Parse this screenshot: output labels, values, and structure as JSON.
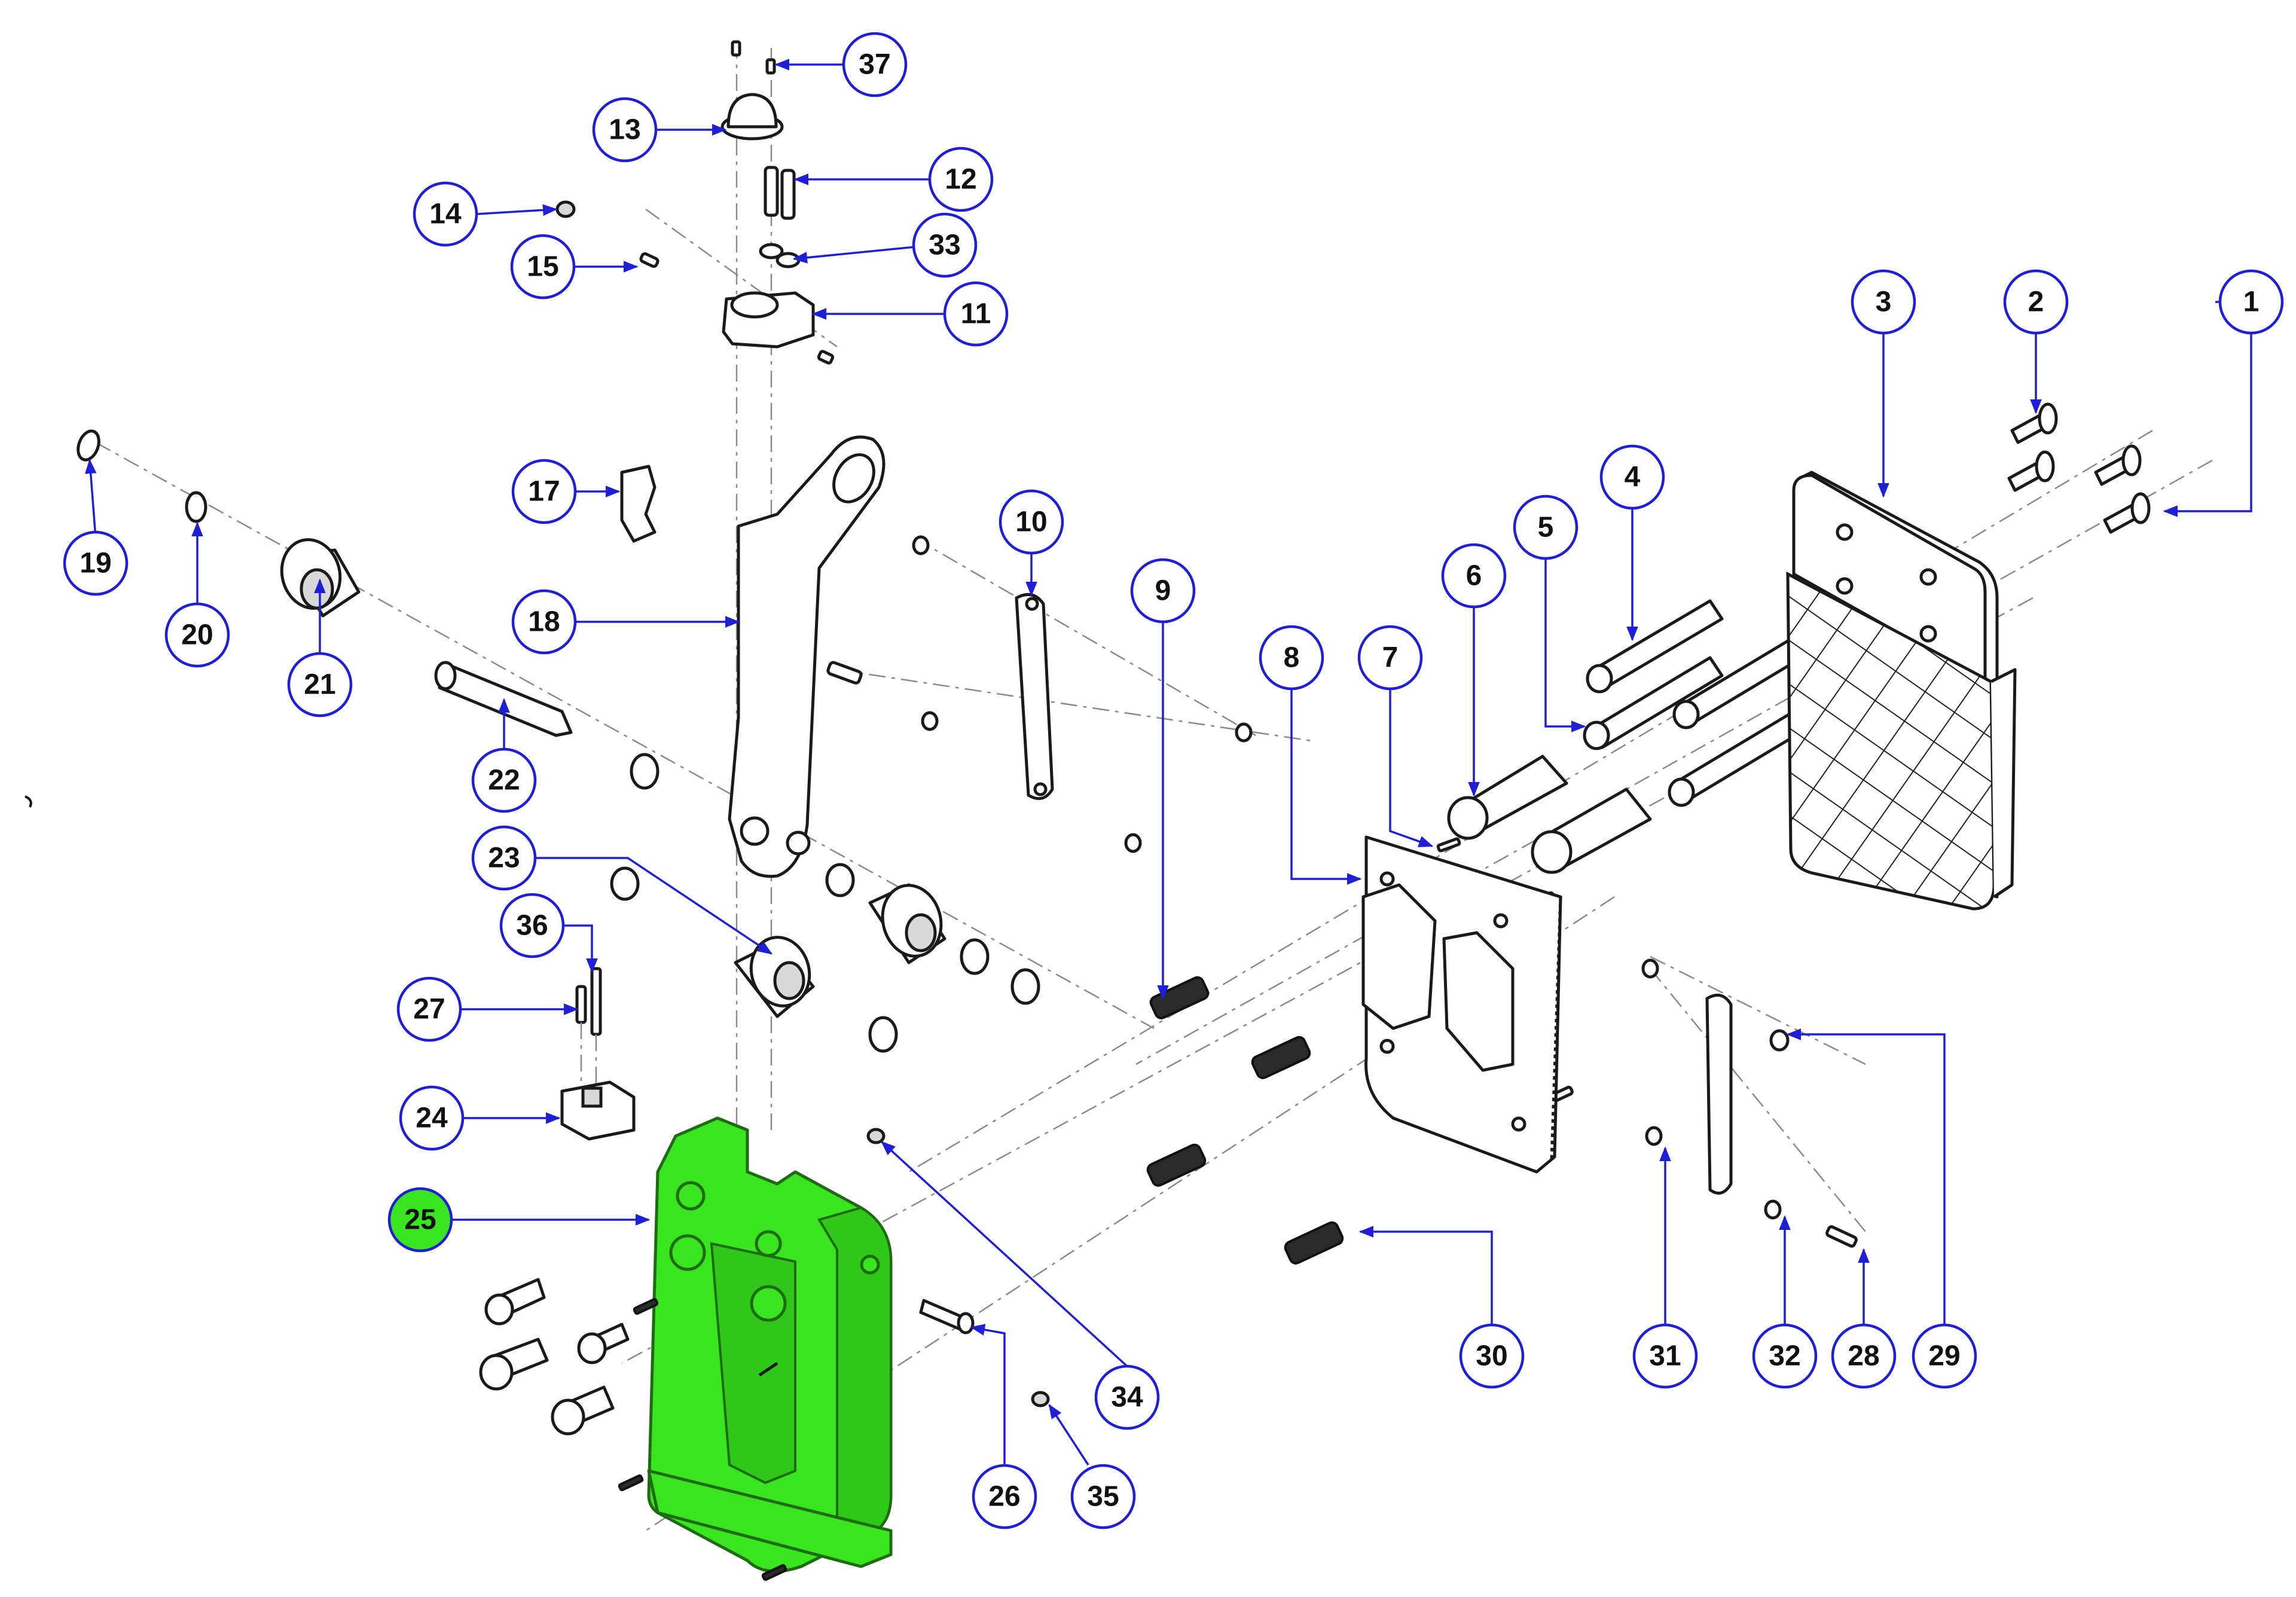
{
  "diagram": {
    "highlight_color": "#39e51f",
    "leader_color": "#1f1fd6",
    "highlighted_part": "25",
    "balloons": {
      "b1": "1",
      "b2": "2",
      "b3": "3",
      "b4": "4",
      "b5": "5",
      "b6": "6",
      "b7": "7",
      "b8": "8",
      "b9": "9",
      "b10": "10",
      "b11": "11",
      "b12": "12",
      "b13": "13",
      "b14": "14",
      "b15": "15",
      "b17": "17",
      "b18": "18",
      "b19": "19",
      "b20": "20",
      "b21": "21",
      "b22": "22",
      "b23": "23",
      "b24": "24",
      "b25": "25",
      "b26": "26",
      "b27": "27",
      "b28": "28",
      "b29": "29",
      "b30": "30",
      "b31": "31",
      "b32": "32",
      "b33": "33",
      "b34": "34",
      "b35": "35",
      "b36": "36",
      "b37": "37"
    }
  }
}
